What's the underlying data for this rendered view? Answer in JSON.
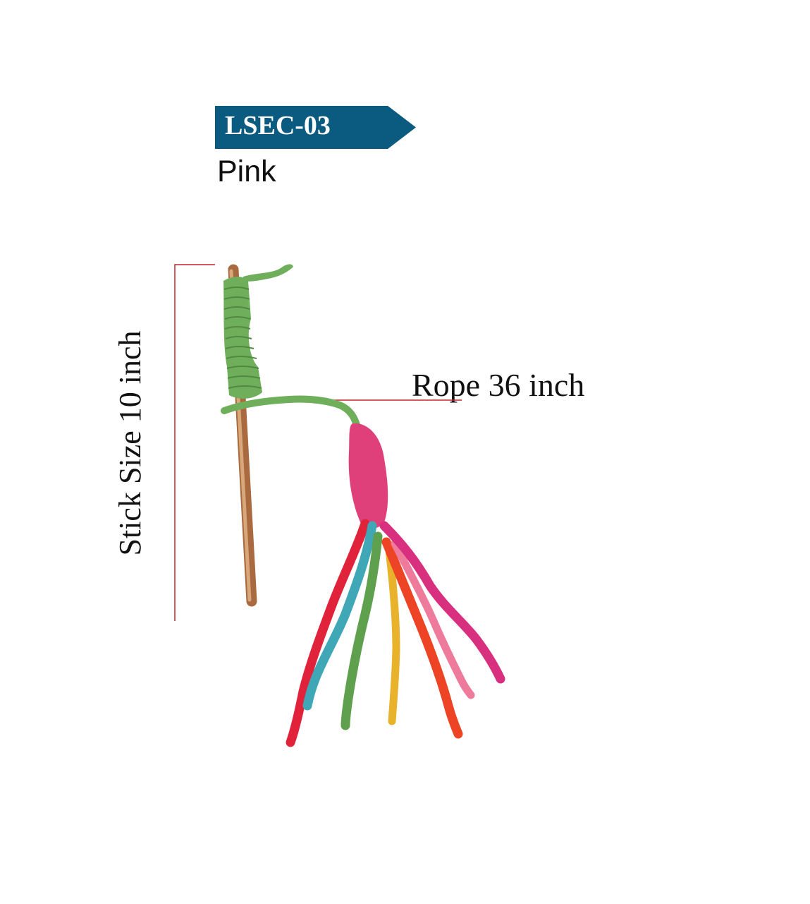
{
  "product": {
    "code": "LSEC-03",
    "color": "Pink"
  },
  "dimensions": {
    "stick_label": "Stick Size 10 inch",
    "rope_label": "Rope 36 inch"
  },
  "colors": {
    "tag_background": "#0b5a80",
    "dimension_line": "#c0272d",
    "stick_wood": "#c48a5a",
    "rope_green": "#6fae5a",
    "felt_body": "#e0407a",
    "tassel_colors": [
      "#e0233a",
      "#3fa7b5",
      "#5fa04f",
      "#e8b32a",
      "#ec4424",
      "#ee7a9c",
      "#d92f7f"
    ]
  }
}
